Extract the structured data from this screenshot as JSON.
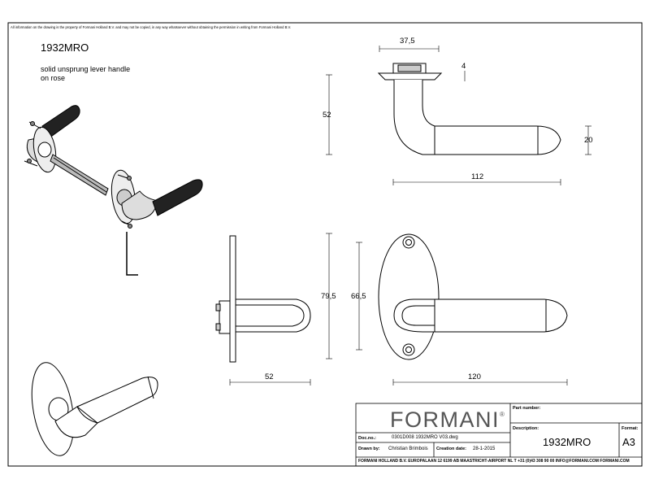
{
  "notice": "All information on the drawing is the property of Formani Holland B.V. and may not be copied, in any way whatsoever without obtaining the permission in writing from Formani Holland B.V.",
  "product": {
    "code": "1932MRO",
    "description_line1": "solid unsprung lever handle",
    "description_line2": "on rose"
  },
  "dimensions": {
    "rose_width": "37,5",
    "rose_thickness": "4",
    "height": "52",
    "grip_diameter": "20",
    "lever_length": "112",
    "rose_height": "79,5",
    "hole_spacing": "66,5",
    "projection": "52",
    "overall_length": "120"
  },
  "title_block": {
    "brand": "FORMANI",
    "registered": "®",
    "part_number_label": "Part number:",
    "part_number_value": "",
    "description_label": "Description:",
    "description_value": "1932MRO",
    "format_label": "Format:",
    "format_value": "A3",
    "doc_label": "Doc.no.:",
    "doc_value": "0301D008 1932MRO V03.dwg",
    "drawn_label": "Drawn by:",
    "drawn_value": "Christian Brimbois",
    "creation_label": "Creation date:",
    "creation_value": "28-1-2015",
    "footer": "FORMANI HOLLAND B.V.  EUROPALAAN 12  6199 AB MAASTRICHT-AIRPORT NL  T +31 (0)43 308 90 00 INFO@FORMANI.COM FORMANI.COM"
  }
}
